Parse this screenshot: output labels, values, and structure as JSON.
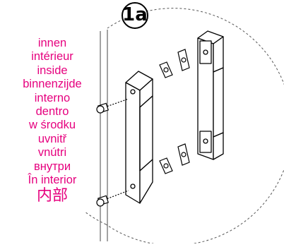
{
  "step": {
    "label": "1a"
  },
  "inside_labels": [
    "innen",
    "intérieur",
    "inside",
    "binnenzijde",
    "interno",
    "dentro",
    "w środku",
    "uvnitř",
    "vnútri",
    "внутри",
    "În interior",
    "内部"
  ],
  "colors": {
    "label_text": "#e6007e",
    "line": "#000000"
  }
}
